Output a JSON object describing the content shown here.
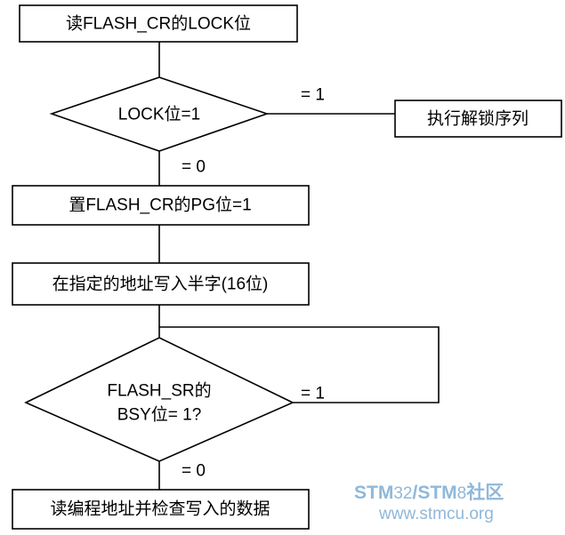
{
  "flowchart": {
    "step_read_lock": "读FLASH_CR的LOCK位",
    "decision_lock": "LOCK位=1",
    "edge_lock_yes": "= 1",
    "action_unlock": "执行解锁序列",
    "edge_lock_no": "= 0",
    "step_set_pg": "置FLASH_CR的PG位=1",
    "step_write_halfword": "在指定的地址写入半字(16位)",
    "decision_bsy_line1": "FLASH_SR的",
    "decision_bsy_line2": "BSY位= 1?",
    "edge_bsy_yes": "= 1",
    "edge_bsy_no": "= 0",
    "step_verify": "读编程地址并检查写入的数据"
  },
  "watermark": {
    "brand_part1": "STM",
    "brand_part2": "32",
    "brand_sep": "/",
    "brand_part3": "STM",
    "brand_part4": "8",
    "brand_part5": "社区",
    "url": "www.stmcu.org",
    "color": "#8fb8da"
  },
  "colors": {
    "stroke": "#000000",
    "fill": "#ffffff",
    "text": "#000000"
  }
}
